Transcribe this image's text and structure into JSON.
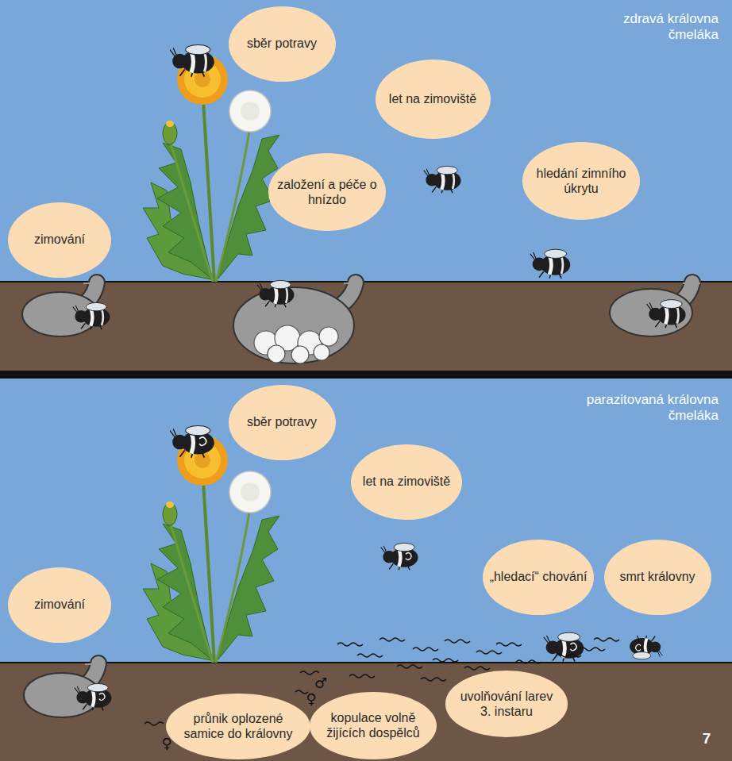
{
  "diagram": {
    "nodes": [
      {
        "text": [
          "sběr potravy"
        ]
      },
      {
        "text": [
          "let na zimoviště"
        ]
      },
      {
        "text": [
          "zimování"
        ]
      },
      {
        "text": [
          "založení a péče o hnízdo"
        ]
      },
      {
        "text": [
          "hledání zimního úkrytu"
        ]
      },
      {
        "text": [
          "sběr potravy"
        ]
      },
      {
        "text": [
          "let na zimoviště"
        ]
      },
      {
        "text": [
          "zimování"
        ]
      },
      {
        "text": [
          "„hledací“ chování"
        ]
      },
      {
        "text": [
          "smrt královny"
        ]
      },
      {
        "text": [
          "průnik oplozené samice do královny"
        ]
      },
      {
        "text": [
          "kopulace volně žijících dospělců"
        ]
      },
      {
        "text": [
          "uvolňování larev 3. instaru"
        ]
      }
    ],
    "labels": [
      "zdravá královna čmeláka",
      "parazitovaná královna čmeláka",
      "♀",
      "♂",
      "♀",
      "7"
    ]
  }
}
